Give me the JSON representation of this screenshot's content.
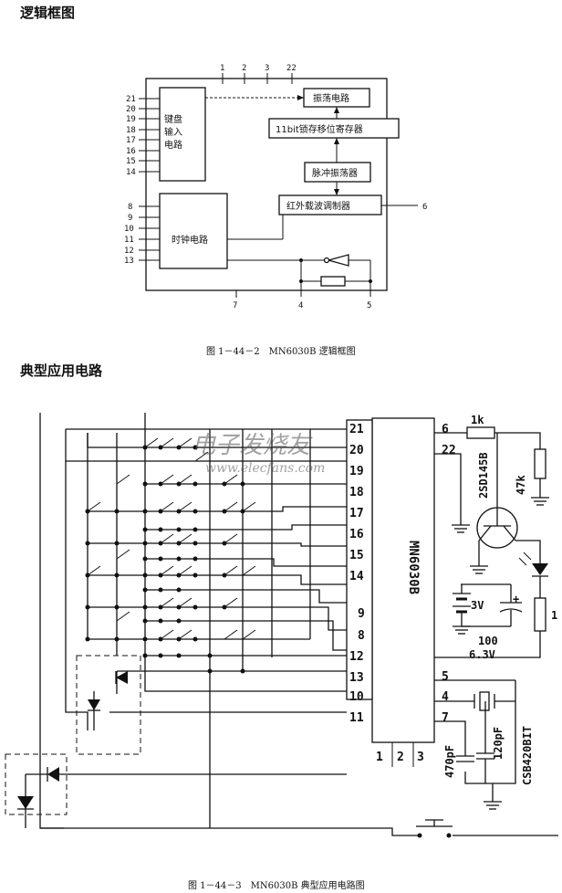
{
  "section_titles": [
    "逻辑框图",
    "典型应用电路"
  ],
  "block_diagram": {
    "top_pins": [
      "1",
      "2",
      "3",
      "22"
    ],
    "keyboard_pins": [
      "21",
      "20",
      "19",
      "18",
      "17",
      "16",
      "15",
      "14"
    ],
    "clock_pins": [
      "8",
      "9",
      "10",
      "11",
      "12",
      "13"
    ],
    "blocks": {
      "keyboard": [
        "键盘",
        "输入",
        "电路"
      ],
      "oscillator": "振荡电路",
      "shift_register": "11bit锁存移位寄存器",
      "pulse_osc": "脉冲振荡器",
      "ir_modulator": "红外载波调制器",
      "clock": "时钟电路"
    },
    "right_pin": "6",
    "bottom_pins": [
      "7",
      "4",
      "5"
    ],
    "caption": "图 1－44－2　MN6030B 逻辑框图"
  },
  "app_circuit": {
    "ic_label": "MN6030B",
    "left_pins": [
      "21",
      "20",
      "19",
      "18",
      "17",
      "16",
      "15",
      "14",
      "9",
      "8",
      "12",
      "13",
      "10",
      "11"
    ],
    "right_pins": [
      "6",
      "22",
      "5",
      "4",
      "7"
    ],
    "bottom_pins": [
      "1",
      "2",
      "3"
    ],
    "components": {
      "resistor_top": "1k",
      "transistor": "2SD145B",
      "resistor_right": "47k",
      "battery": "3V",
      "cap_electrolytic": [
        "100",
        "6.3V"
      ],
      "cap1": "470pF",
      "cap2": "120pF",
      "resonator": "CSB420BIT",
      "right_label": "1",
      "plus": "+"
    },
    "watermark": [
      "电子发烧友",
      "www.elecfans.com"
    ],
    "caption": "图 1－44－3　MN6030B 典型应用电路图"
  }
}
